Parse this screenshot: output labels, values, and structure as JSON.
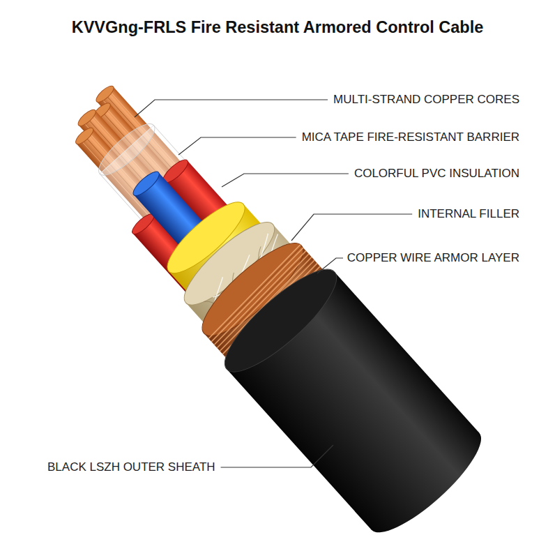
{
  "diagram": {
    "title": "KVVGng-FRLS Fire Resistant Armored Control Cable",
    "labels": [
      "MULTI-STRAND COPPER CORES",
      "MICA TAPE FIRE-RESISTANT BARRIER",
      "COLORFUL PVC INSULATION",
      "INTERNAL FILLER",
      "COPPER WIRE ARMOR LAYER",
      "BLACK LSZH OUTER SHEATH"
    ]
  }
}
